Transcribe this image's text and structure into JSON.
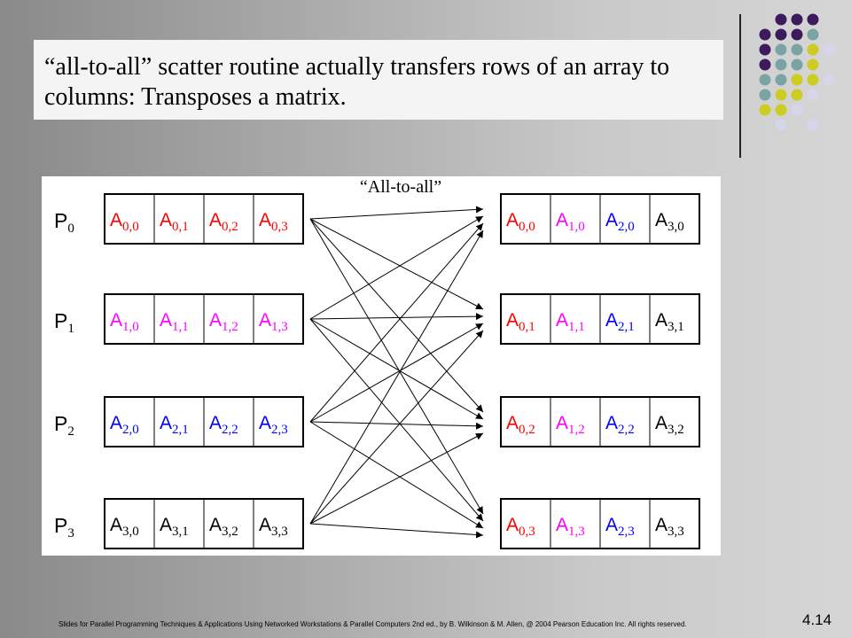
{
  "slide": {
    "title": "“all-to-all” scatter routine actually transfers rows of an array to columns:  Transposes a matrix.",
    "footer": "Slides for Parallel Programming Techniques & Applications Using Networked Workstations & Parallel Computers 2nd ed., by B. Wilkinson & M. Allen, @ 2004 Pearson Education Inc. All rights reserved.",
    "number": "4.14"
  },
  "diagram": {
    "label": "“All-to-all”",
    "processes": [
      {
        "name": "P",
        "sub": "0"
      },
      {
        "name": "P",
        "sub": "1"
      },
      {
        "name": "P",
        "sub": "2"
      },
      {
        "name": "P",
        "sub": "3"
      }
    ],
    "left_rows": [
      [
        {
          "base": "A",
          "sub": "0,0"
        },
        {
          "base": "A",
          "sub": "0,1"
        },
        {
          "base": "A",
          "sub": "0,2"
        },
        {
          "base": "A",
          "sub": "0,3"
        }
      ],
      [
        {
          "base": "A",
          "sub": "1,0"
        },
        {
          "base": "A",
          "sub": "1,1"
        },
        {
          "base": "A",
          "sub": "1,2"
        },
        {
          "base": "A",
          "sub": "1,3"
        }
      ],
      [
        {
          "base": "A",
          "sub": "2,0"
        },
        {
          "base": "A",
          "sub": "2,1"
        },
        {
          "base": "A",
          "sub": "2,2"
        },
        {
          "base": "A",
          "sub": "2,3"
        }
      ],
      [
        {
          "base": "A",
          "sub": "3,0"
        },
        {
          "base": "A",
          "sub": "3,1"
        },
        {
          "base": "A",
          "sub": "3,2"
        },
        {
          "base": "A",
          "sub": "3,3"
        }
      ]
    ],
    "right_rows": [
      [
        {
          "base": "A",
          "sub": "0,0"
        },
        {
          "base": "A",
          "sub": "1,0"
        },
        {
          "base": "A",
          "sub": "2,0"
        },
        {
          "base": "A",
          "sub": "3,0"
        }
      ],
      [
        {
          "base": "A",
          "sub": "0,1"
        },
        {
          "base": "A",
          "sub": "1,1"
        },
        {
          "base": "A",
          "sub": "2,1"
        },
        {
          "base": "A",
          "sub": "3,1"
        }
      ],
      [
        {
          "base": "A",
          "sub": "0,2"
        },
        {
          "base": "A",
          "sub": "1,2"
        },
        {
          "base": "A",
          "sub": "2,2"
        },
        {
          "base": "A",
          "sub": "3,2"
        }
      ],
      [
        {
          "base": "A",
          "sub": "0,3"
        },
        {
          "base": "A",
          "sub": "1,3"
        },
        {
          "base": "A",
          "sub": "2,3"
        },
        {
          "base": "A",
          "sub": "3,3"
        }
      ]
    ],
    "row_colors": [
      "#ff0000",
      "#ff00ff",
      "#0000ff",
      "#000000"
    ]
  },
  "decoration": {
    "dot_colors": [
      "#3d1a5b",
      "#7aa3a3",
      "#cccc22",
      "#d8d4ea"
    ]
  }
}
